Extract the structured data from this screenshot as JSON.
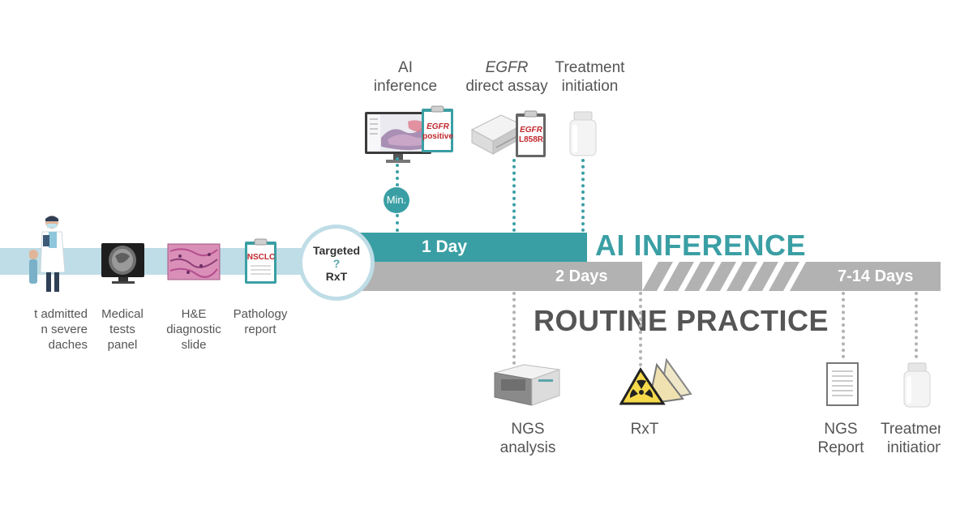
{
  "top_labels": {
    "ai_inference": [
      "AI",
      "inference"
    ],
    "egfr_assay_italic": "EGFR",
    "egfr_assay_rest": "direct assay",
    "treatment": [
      "Treatment",
      "initiation"
    ]
  },
  "clipboards": {
    "ai_result_1": "EGFR",
    "ai_result_2": "positive",
    "assay_result_1": "EGFR",
    "assay_result_2": "L858R",
    "pathology": "NSCLC"
  },
  "min_badge": "Min.",
  "bands": {
    "ai_duration": "1 Day",
    "routine_duration_1": "2 Days",
    "routine_duration_2": "7-14 Days"
  },
  "headings": {
    "ai": "AI INFERENCE",
    "routine": "ROUTINE PRACTICE"
  },
  "circle": {
    "line1": "Targeted",
    "q": "?",
    "line2": "RxT"
  },
  "left_steps": [
    {
      "lines": [
        "t admitted",
        "n severe",
        "daches"
      ]
    },
    {
      "lines": [
        "Medical",
        "tests",
        "panel"
      ]
    },
    {
      "lines": [
        "H&E",
        "diagnostic",
        "slide"
      ]
    },
    {
      "lines": [
        "Pathology",
        "report"
      ]
    }
  ],
  "bottom_steps": [
    {
      "lines": [
        "NGS",
        "analysis"
      ]
    },
    {
      "lines": [
        "RxT"
      ]
    },
    {
      "lines": [
        "NGS",
        "Report"
      ]
    },
    {
      "lines": [
        "Treatmen",
        "initiation"
      ]
    }
  ],
  "colors": {
    "teal": "#3a9fa4",
    "light_blue": "#bfdde6",
    "gray": "#b2b2b2",
    "text": "#555555",
    "red": "#c0282d"
  }
}
